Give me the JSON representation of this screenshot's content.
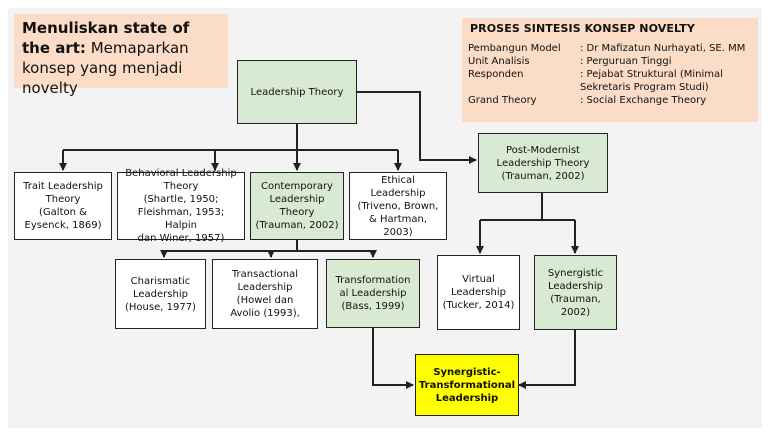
{
  "header": {
    "title_bold": "Menuliskan state of the art:",
    "title_rest": " Memaparkan konsep yang menjadi novelty"
  },
  "info": {
    "title": "PROSES SINTESIS KONSEP  NOVELTY",
    "rows": [
      {
        "label": "Pembangun Model",
        "value": ": Dr Mafizatun Nurhayati, SE. MM"
      },
      {
        "label": "Unit Analisis",
        "value": ": Perguruan Tinggi"
      },
      {
        "label": "Responden",
        "value": ": Pejabat Struktural (Minimal\n  Sekretaris Program Studi)"
      },
      {
        "label": "Grand Theory",
        "value": ": Social Exchange Theory"
      }
    ]
  },
  "nodes": {
    "leadership_theory": "Leadership Theory",
    "post_modernist": "Post-Modernist\nLeadership Theory\n(Trauman, 2002)",
    "trait": "Trait Leadership\nTheory\n(Galton &\nEysenck, 1869)",
    "behavioral": "Behavioral Leadership\nTheory\n(Shartle, 1950;\nFleishman, 1953; Halpin\ndan Winer, 1957)",
    "contemporary": "Contemporary\nLeadership\nTheory\n(Trauman, 2002)",
    "ethical": "Ethical\nLeadership\n(Triveno, Brown,\n& Hartman,\n2003)",
    "charismatic": "Charismatic\nLeadership\n(House, 1977)",
    "transactional": "Transactional\nLeadership\n(Howel dan\nAvolio (1993),",
    "transformational": "Transformation\nal Leadership\n(Bass, 1999)",
    "virtual": "Virtual\nLeadership\n(Tucker, 2014)",
    "synergistic": "Synergistic\nLeadership\n(Trauman,\n2002)",
    "synergistic_transformational": "Synergistic-\nTransformational\nLeadership"
  },
  "colors": {
    "peach": "#fbdcc7",
    "green_node": "#d9ead3",
    "yellow_node": "#ffff00",
    "line": "#222222"
  }
}
